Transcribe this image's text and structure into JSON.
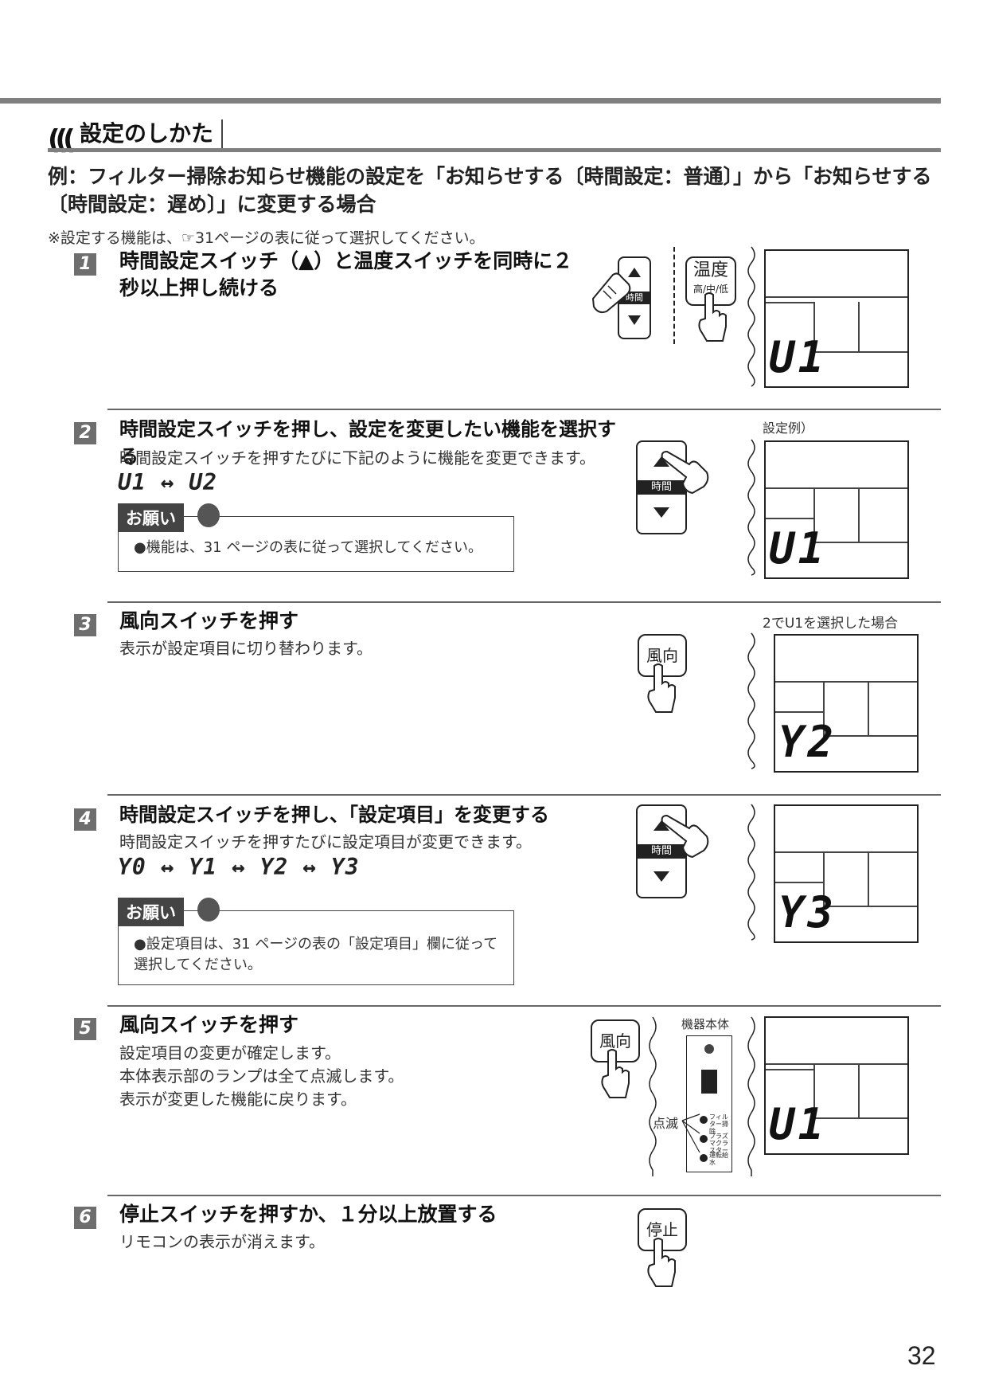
{
  "header": {
    "mark": "(((",
    "title": "設定のしかた"
  },
  "intro": "例：フィルター掃除お知らせ機能の設定を「お知らせする〔時間設定：普通〕」から「お知らせする〔時間設定：遅め〕」に変更する場合",
  "note": "※設定する機能は、☞31ページの表に従って選択してください。",
  "steps": [
    {
      "num": "1",
      "title": "時間設定スイッチ（▲）と温度スイッチを同時に２秒以上押し続ける",
      "display_code": "U1",
      "buttons": {
        "time_label": "時間",
        "temp_label": "温度",
        "temp_sub": "高/中/低"
      }
    },
    {
      "num": "2",
      "title": "時間設定スイッチを押し、設定を変更したい機能を選択する",
      "desc": "時間設定スイッチを押すたびに下記のように機能を変更できます。",
      "sequence": "U1 ↔ U2",
      "onegai_label": "お願い",
      "onegai_text": "●機能は、31 ページの表に従って選択してください。",
      "display_caption": "設定例）",
      "display_code": "U1",
      "time_label": "時間"
    },
    {
      "num": "3",
      "title": "風向スイッチを押す",
      "desc": "表示が設定項目に切り替わります。",
      "display_caption": "2でU1を選択した場合",
      "display_code": "Y2",
      "button_label": "風向"
    },
    {
      "num": "4",
      "title": "時間設定スイッチを押し、「設定項目」を変更する",
      "desc": "時間設定スイッチを押すたびに設定項目が変更できます。",
      "sequence": "Y0 ↔ Y1 ↔ Y2 ↔ Y3",
      "onegai_label": "お願い",
      "onegai_text": "●設定項目は、31 ページの表の「設定項目」欄に従って選択してください。",
      "display_code": "Y3",
      "time_label": "時間"
    },
    {
      "num": "5",
      "title": "風向スイッチを押す",
      "desc_lines": [
        "設定項目の変更が確定します。",
        "本体表示部のランプは全て点滅します。",
        "表示が変更した機能に戻ります。"
      ],
      "button_label": "風向",
      "unit_caption": "機器本体",
      "blink_label": "点滅",
      "lamps": [
        "フィルター掃除",
        "プラズマクラスター",
        "運転給水"
      ],
      "display_code": "U1"
    },
    {
      "num": "6",
      "title": "停止スイッチを押すか、１分以上放置する",
      "desc": "リモコンの表示が消えます。",
      "button_label": "停止"
    }
  ],
  "page_number": "32"
}
